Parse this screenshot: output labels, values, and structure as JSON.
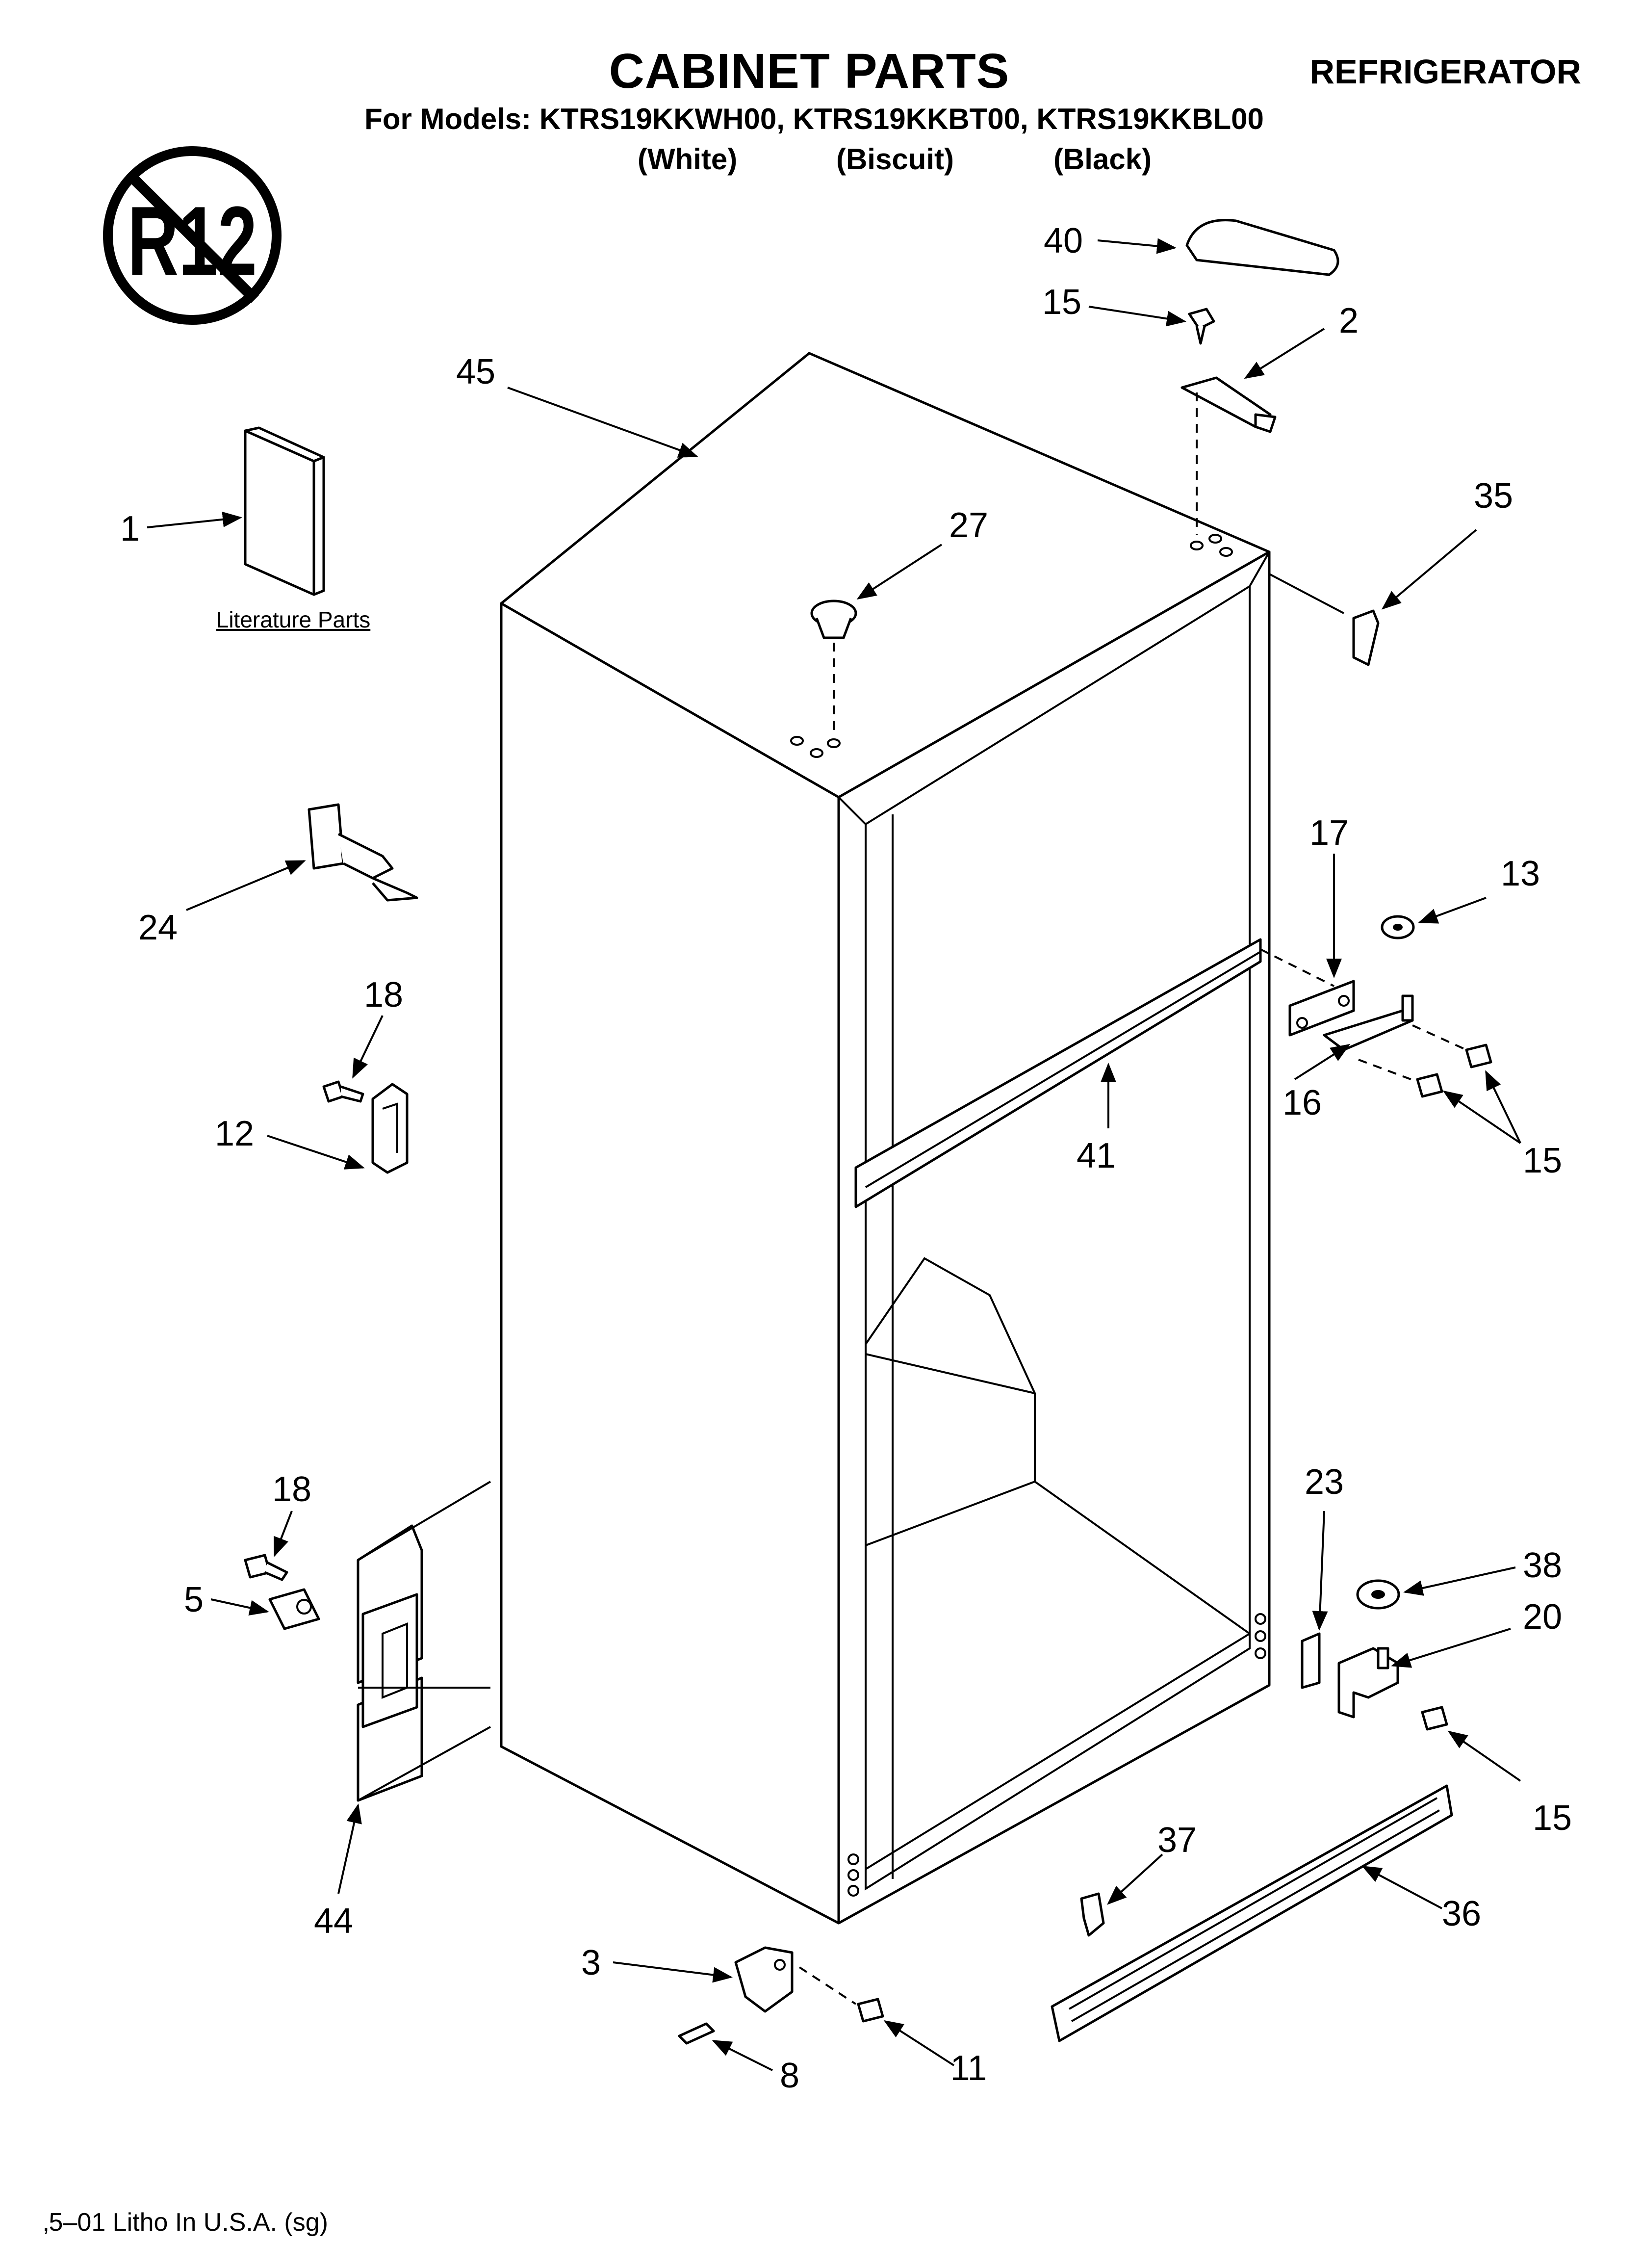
{
  "header": {
    "title": "CABINET PARTS",
    "category": "REFRIGERATOR",
    "models_line": "For Models: KTRS19KKWH00, KTRS19KKBT00, KTRS19KKBL00",
    "colors": [
      "(White)",
      "(Biscuit)",
      "(Black)"
    ]
  },
  "badge": {
    "text": "R12",
    "icon": "no-r12-icon"
  },
  "literature_label": "Literature Parts",
  "footer": "‚5–01 Litho In U.S.A. (sg)",
  "callouts": [
    {
      "label": "40",
      "name": "callout-40"
    },
    {
      "label": "15",
      "name": "callout-15-top"
    },
    {
      "label": "2",
      "name": "callout-2"
    },
    {
      "label": "45",
      "name": "callout-45"
    },
    {
      "label": "35",
      "name": "callout-35"
    },
    {
      "label": "1",
      "name": "callout-1"
    },
    {
      "label": "27",
      "name": "callout-27"
    },
    {
      "label": "17",
      "name": "callout-17"
    },
    {
      "label": "13",
      "name": "callout-13"
    },
    {
      "label": "24",
      "name": "callout-24"
    },
    {
      "label": "18",
      "name": "callout-18-upper"
    },
    {
      "label": "16",
      "name": "callout-16"
    },
    {
      "label": "12",
      "name": "callout-12"
    },
    {
      "label": "41",
      "name": "callout-41"
    },
    {
      "label": "15",
      "name": "callout-15-middle"
    },
    {
      "label": "18",
      "name": "callout-18-lower"
    },
    {
      "label": "23",
      "name": "callout-23"
    },
    {
      "label": "38",
      "name": "callout-38"
    },
    {
      "label": "5",
      "name": "callout-5"
    },
    {
      "label": "20",
      "name": "callout-20"
    },
    {
      "label": "15",
      "name": "callout-15-bottom"
    },
    {
      "label": "44",
      "name": "callout-44"
    },
    {
      "label": "37",
      "name": "callout-37"
    },
    {
      "label": "36",
      "name": "callout-36"
    },
    {
      "label": "3",
      "name": "callout-3"
    },
    {
      "label": "8",
      "name": "callout-8"
    },
    {
      "label": "11",
      "name": "callout-11"
    }
  ]
}
